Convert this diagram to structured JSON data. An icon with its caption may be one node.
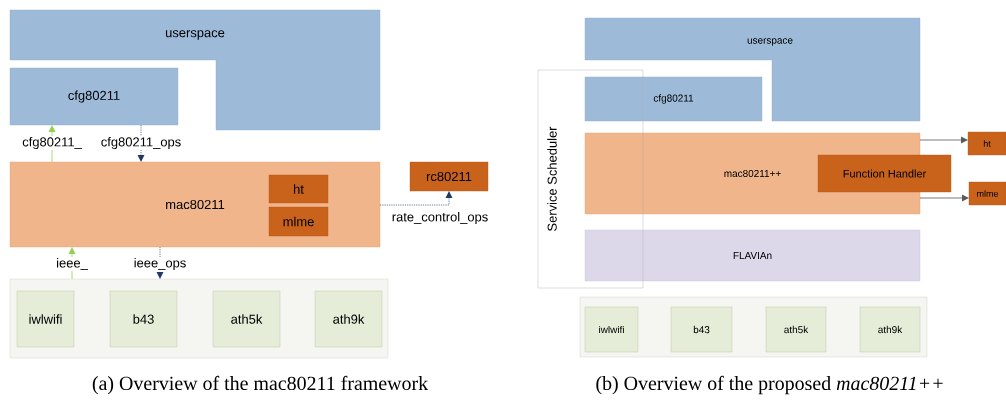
{
  "diagram": {
    "nodes": [
      {
        "text": [
          "userspace"
        ]
      },
      {
        "text": [
          "cfg80211"
        ]
      },
      {
        "text": [
          "mac80211"
        ]
      },
      {
        "text": [
          "ht"
        ],
        "in": 2
      },
      {
        "text": [
          "mlme"
        ],
        "in": 2
      },
      {
        "text": [
          "rc80211"
        ]
      },
      {
        "text": [],
        "shape": "box"
      },
      {
        "text": [
          "iwlwifi"
        ],
        "in": 6
      },
      {
        "text": [
          "b43"
        ],
        "in": 6
      },
      {
        "text": [
          "ath5k"
        ],
        "in": 6
      },
      {
        "text": [
          "ath9k"
        ],
        "in": 6
      },
      {
        "text": [
          "userspace"
        ]
      },
      {
        "text": [
          "Service Scheduler"
        ]
      },
      {
        "text": [
          "cfg80211"
        ]
      },
      {
        "text": [
          "mac80211++"
        ]
      },
      {
        "text": [
          "Function Handler"
        ]
      },
      {
        "text": [
          "ht"
        ]
      },
      {
        "text": [
          "mlme"
        ]
      },
      {
        "text": [
          "FLAVIAn"
        ]
      },
      {
        "text": [],
        "shape": "box"
      },
      {
        "text": [
          "iwlwifi"
        ],
        "in": 19
      },
      {
        "text": [
          "b43"
        ],
        "in": 19
      },
      {
        "text": [
          "ath5k"
        ],
        "in": 19
      },
      {
        "text": [
          "ath9k"
        ],
        "in": 19
      }
    ],
    "edges": [
      {
        "from": 2,
        "to": 1,
        "arrow": "to",
        "label": "cfg80211_",
        "color": "#92d050"
      },
      {
        "from": 1,
        "to": 2,
        "arrow": "to",
        "label": "cfg80211_ops",
        "style": "dashed",
        "color": "#1f3864"
      },
      {
        "from": 2,
        "to": 5,
        "arrow": "to",
        "label": "rate_control_ops",
        "style": "dashed",
        "color": "#1f3864"
      },
      {
        "from": 6,
        "to": 2,
        "arrow": "to",
        "label": "ieee_",
        "color": "#92d050"
      },
      {
        "from": 2,
        "to": 6,
        "arrow": "to",
        "label": "ieee_ops",
        "style": "dashed",
        "color": "#1f3864"
      },
      {
        "from": 14,
        "to": 16,
        "arrow": "to",
        "color": "#595959"
      },
      {
        "from": 14,
        "to": 17,
        "arrow": "to",
        "color": "#595959"
      }
    ],
    "labels": [
      "(a) Overview of the mac80211 framework",
      "(b) Overview of the proposed *mac80211++*"
    ]
  }
}
